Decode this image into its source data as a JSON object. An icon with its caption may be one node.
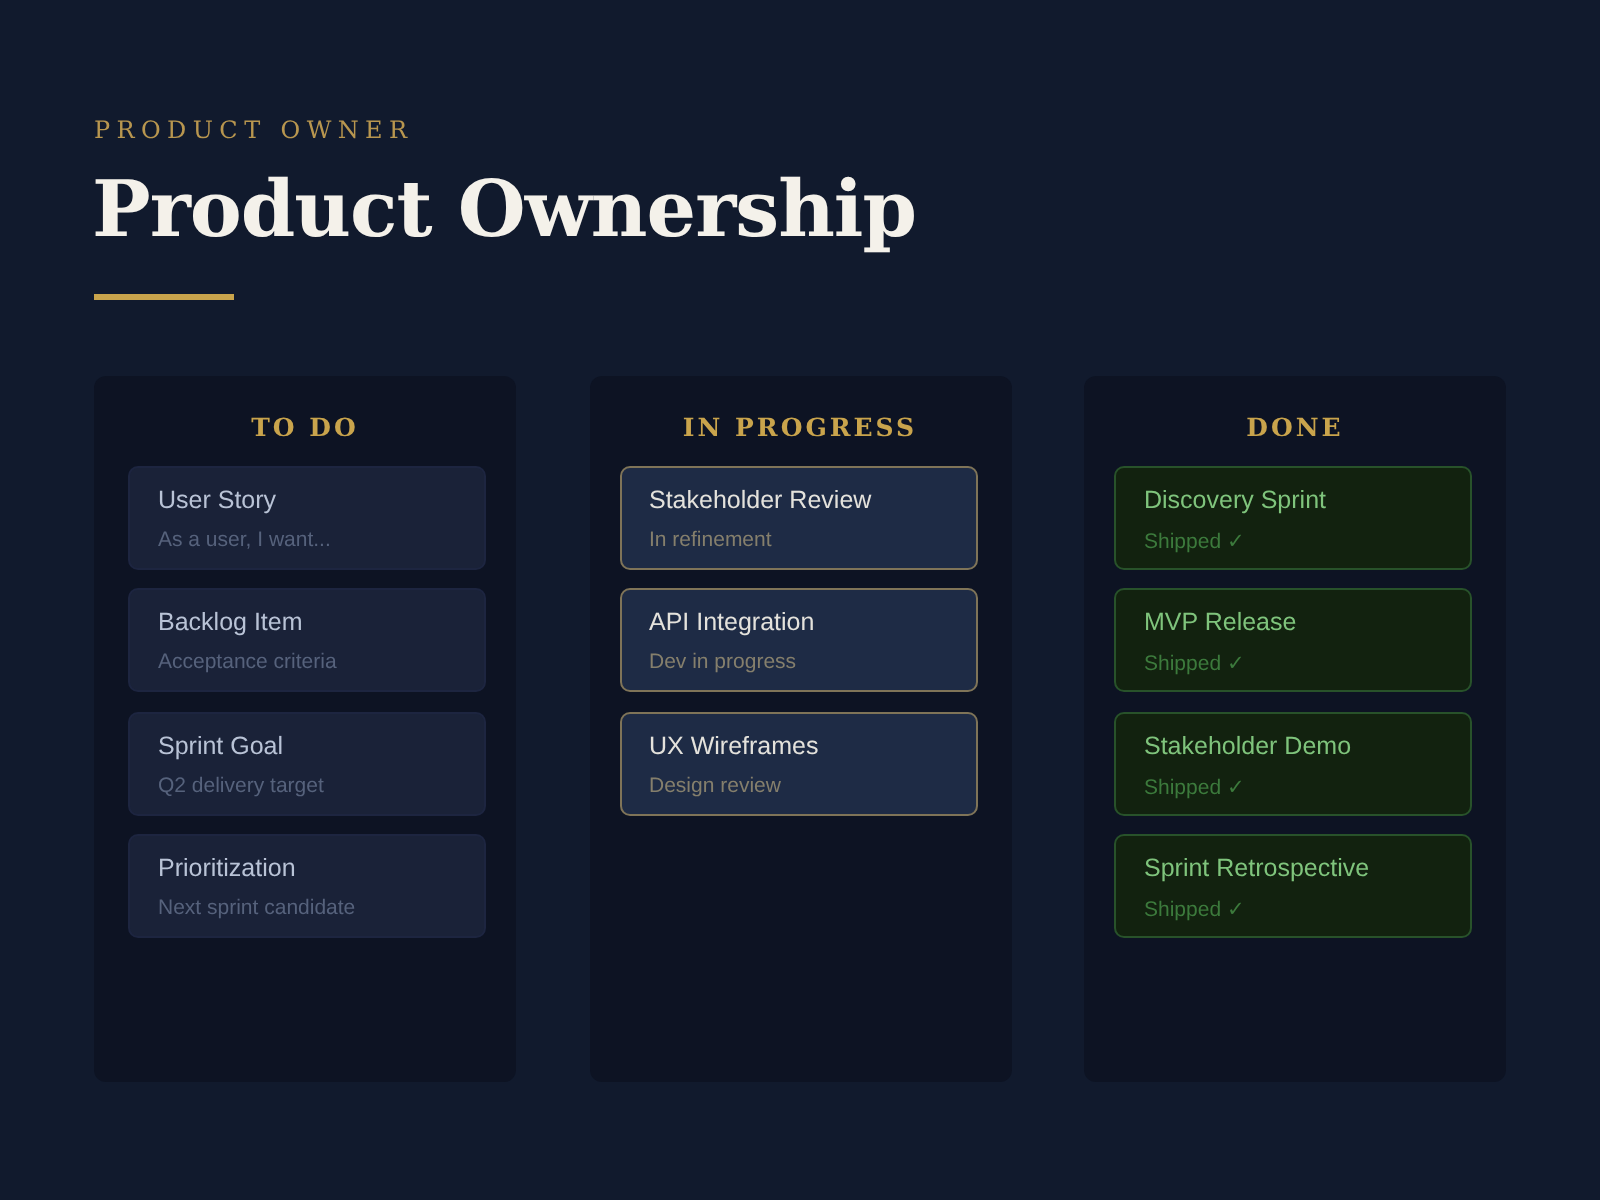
{
  "diagram": {
    "title": "Product Ownership",
    "nodes": [
      {
        "text": [
          "TO DO"
        ]
      },
      {
        "text": [
          "User Story",
          "As a user, I want..."
        ],
        "in": 0
      },
      {
        "text": [
          "Backlog Item",
          "Acceptance criteria"
        ],
        "in": 0
      },
      {
        "text": [
          "Sprint Goal",
          "Q2 delivery target"
        ],
        "in": 0
      },
      {
        "text": [
          "Prioritization",
          "Next sprint candidate"
        ],
        "in": 0
      },
      {
        "text": [
          "IN PROGRESS"
        ]
      },
      {
        "text": [
          "Stakeholder Review",
          "In refinement"
        ],
        "in": 5
      },
      {
        "text": [
          "API Integration",
          "Dev in progress"
        ],
        "in": 5
      },
      {
        "text": [
          "UX Wireframes",
          "Design review"
        ],
        "in": 5
      },
      {
        "text": [
          "DONE"
        ]
      },
      {
        "text": [
          "Discovery Sprint",
          "Shipped ✓"
        ],
        "in": 9
      },
      {
        "text": [
          "MVP Release",
          "Shipped ✓"
        ],
        "in": 9
      },
      {
        "text": [
          "Stakeholder Demo",
          "Shipped ✓"
        ],
        "in": 9
      },
      {
        "text": [
          "Sprint Retrospective",
          "Shipped ✓"
        ],
        "in": 9
      }
    ],
    "edges": [],
    "labels": [
      "PRODUCT OWNER"
    ]
  }
}
